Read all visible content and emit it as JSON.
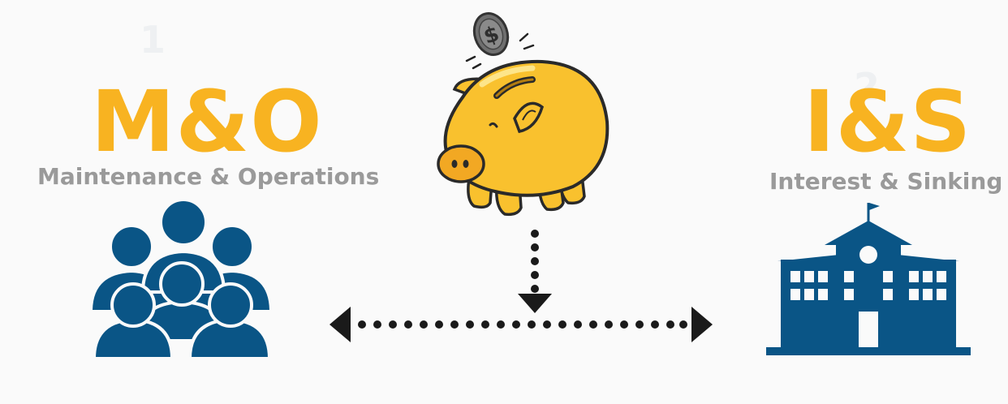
{
  "left": {
    "number": "1",
    "abbreviation": "M&O",
    "subtitle": "Maintenance & Operations",
    "icon": "people-group-icon"
  },
  "right": {
    "number": "2",
    "abbreviation": "I&S",
    "subtitle": "Interest & Sinking",
    "icon": "school-building-icon"
  },
  "center": {
    "icon": "piggy-bank-icon",
    "coin_icon": "dollar-coin-icon",
    "coin_symbol": "$"
  },
  "colors": {
    "accent": "#f8b321",
    "subtitle": "#9a9a9a",
    "icon_blue": "#0a5586",
    "arrow": "#1a1a1a",
    "pig_body": "#f9c12e",
    "pig_snout": "#f2a823",
    "background": "#fafafa"
  }
}
